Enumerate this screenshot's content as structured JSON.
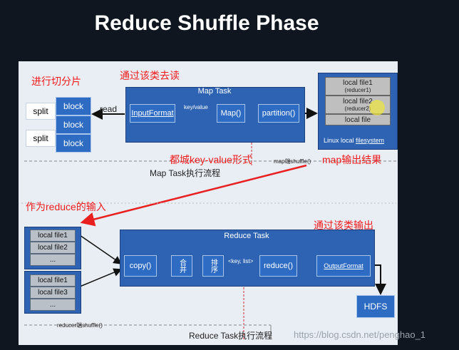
{
  "title": "Reduce Shuffle Phase",
  "map": {
    "split_label": "split",
    "block_label": "block",
    "read_label": "read",
    "task_title": "Map Task",
    "input_format": "InputFormat",
    "key_value": "key/value",
    "map_fn": "Map()",
    "partition_fn": "partition()",
    "local_files": [
      {
        "name": "local file1",
        "sub": "(reducer1)"
      },
      {
        "name": "local file2",
        "sub": "(reducer2)"
      },
      {
        "name": "local file",
        "sub": ""
      }
    ],
    "linux_label": "Linux local",
    "filesystem_label": "filesystem",
    "shuffle_label": "map端shuffle()",
    "flow_title": "Map Task执行流程"
  },
  "reduce": {
    "group1": [
      "local file1",
      "local file2",
      "..."
    ],
    "group2": [
      "local file1",
      "local file3",
      "..."
    ],
    "task_title": "Reduce Task",
    "copy_fn": "copy()",
    "merge": "合并",
    "sort": "排序",
    "key_list": "<key, list>",
    "reduce_fn": "reduce()",
    "output_format": "OutputFormat",
    "hdfs": "HDFS",
    "shuffle_label": "reducer端shuffle()",
    "flow_title": "Reduce Task执行流程"
  },
  "annotations": {
    "split_note": "进行切分片",
    "read_note": "通过该类去读",
    "kv_note": "都城key-value形式",
    "map_out_note": "map输出结果",
    "reduce_input_note": "作为reduce的输入",
    "output_note": "通过该类输出"
  },
  "watermark": "https://blog.csdn.net/penghao_1"
}
